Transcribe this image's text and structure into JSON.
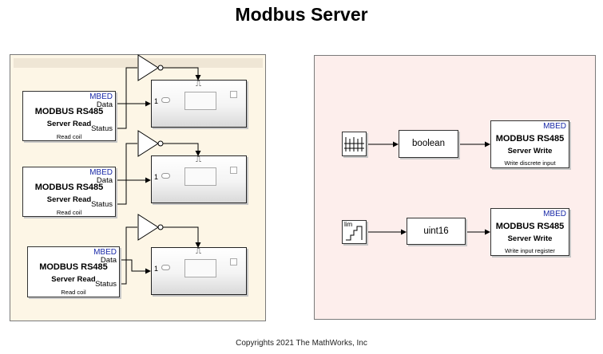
{
  "title": "Modbus Server",
  "footer": "Copyrights 2021 The MathWorks, Inc",
  "read_blocks": [
    {
      "badge": "MBED",
      "line1": "MODBUS RS485",
      "line2": "Server Read",
      "port_data": "Data",
      "port_status": "Status",
      "caption": "Read coil"
    },
    {
      "badge": "MBED",
      "line1": "MODBUS RS485",
      "line2": "Server Read",
      "port_data": "Data",
      "port_status": "Status",
      "caption": "Read coil"
    },
    {
      "badge": "MBED",
      "line1": "MODBUS RS485",
      "line2": "Server Read",
      "port_data": "Data",
      "port_status": "Status",
      "caption": "Read coil"
    }
  ],
  "scopes": [
    {
      "port": "1",
      "pulse": "⎍"
    },
    {
      "port": "1",
      "pulse": "⎍"
    },
    {
      "port": "1",
      "pulse": "⎍"
    }
  ],
  "write_blocks": [
    {
      "badge": "MBED",
      "line1": "MODBUS RS485",
      "line2": "Server Write",
      "caption": "Write discrete input"
    },
    {
      "badge": "MBED",
      "line1": "MODBUS RS485",
      "line2": "Server Write",
      "caption": "Write input register"
    }
  ],
  "converters": [
    {
      "label": "boolean"
    },
    {
      "label": "uint16"
    }
  ],
  "sources": [
    {
      "kind": "pulse-train-icon",
      "label": ""
    },
    {
      "kind": "limited-ramp-icon",
      "label": "lim"
    }
  ],
  "colors": {
    "left_area": "#fdf6e6",
    "right_area": "#fdeeec",
    "mbed_text": "#1a2aa8"
  }
}
